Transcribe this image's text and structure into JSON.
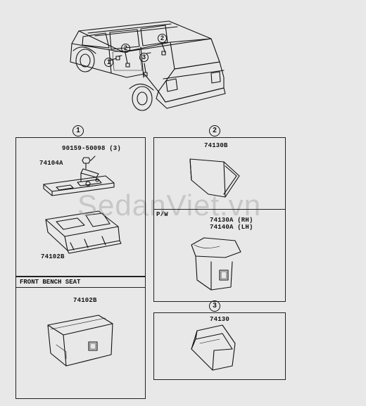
{
  "callouts": {
    "c1": "1",
    "c2": "2",
    "c3": "3"
  },
  "panels": {
    "panel1": {
      "circle": "1",
      "part_bolt": "90159-50098 (3)",
      "part_bracket": "74104A",
      "part_tray": "74102B"
    },
    "panel1b": {
      "header": "FRONT BENCH SEAT",
      "part_tray": "74102B"
    },
    "panel2": {
      "circle": "2",
      "part_top": "74130B",
      "pw_label": "P/W",
      "part_rh": "74130A (RH)",
      "part_lh": "74140A (LH)"
    },
    "panel3": {
      "circle": "3",
      "part": "74130"
    }
  },
  "watermark": "SedanViet.vn"
}
